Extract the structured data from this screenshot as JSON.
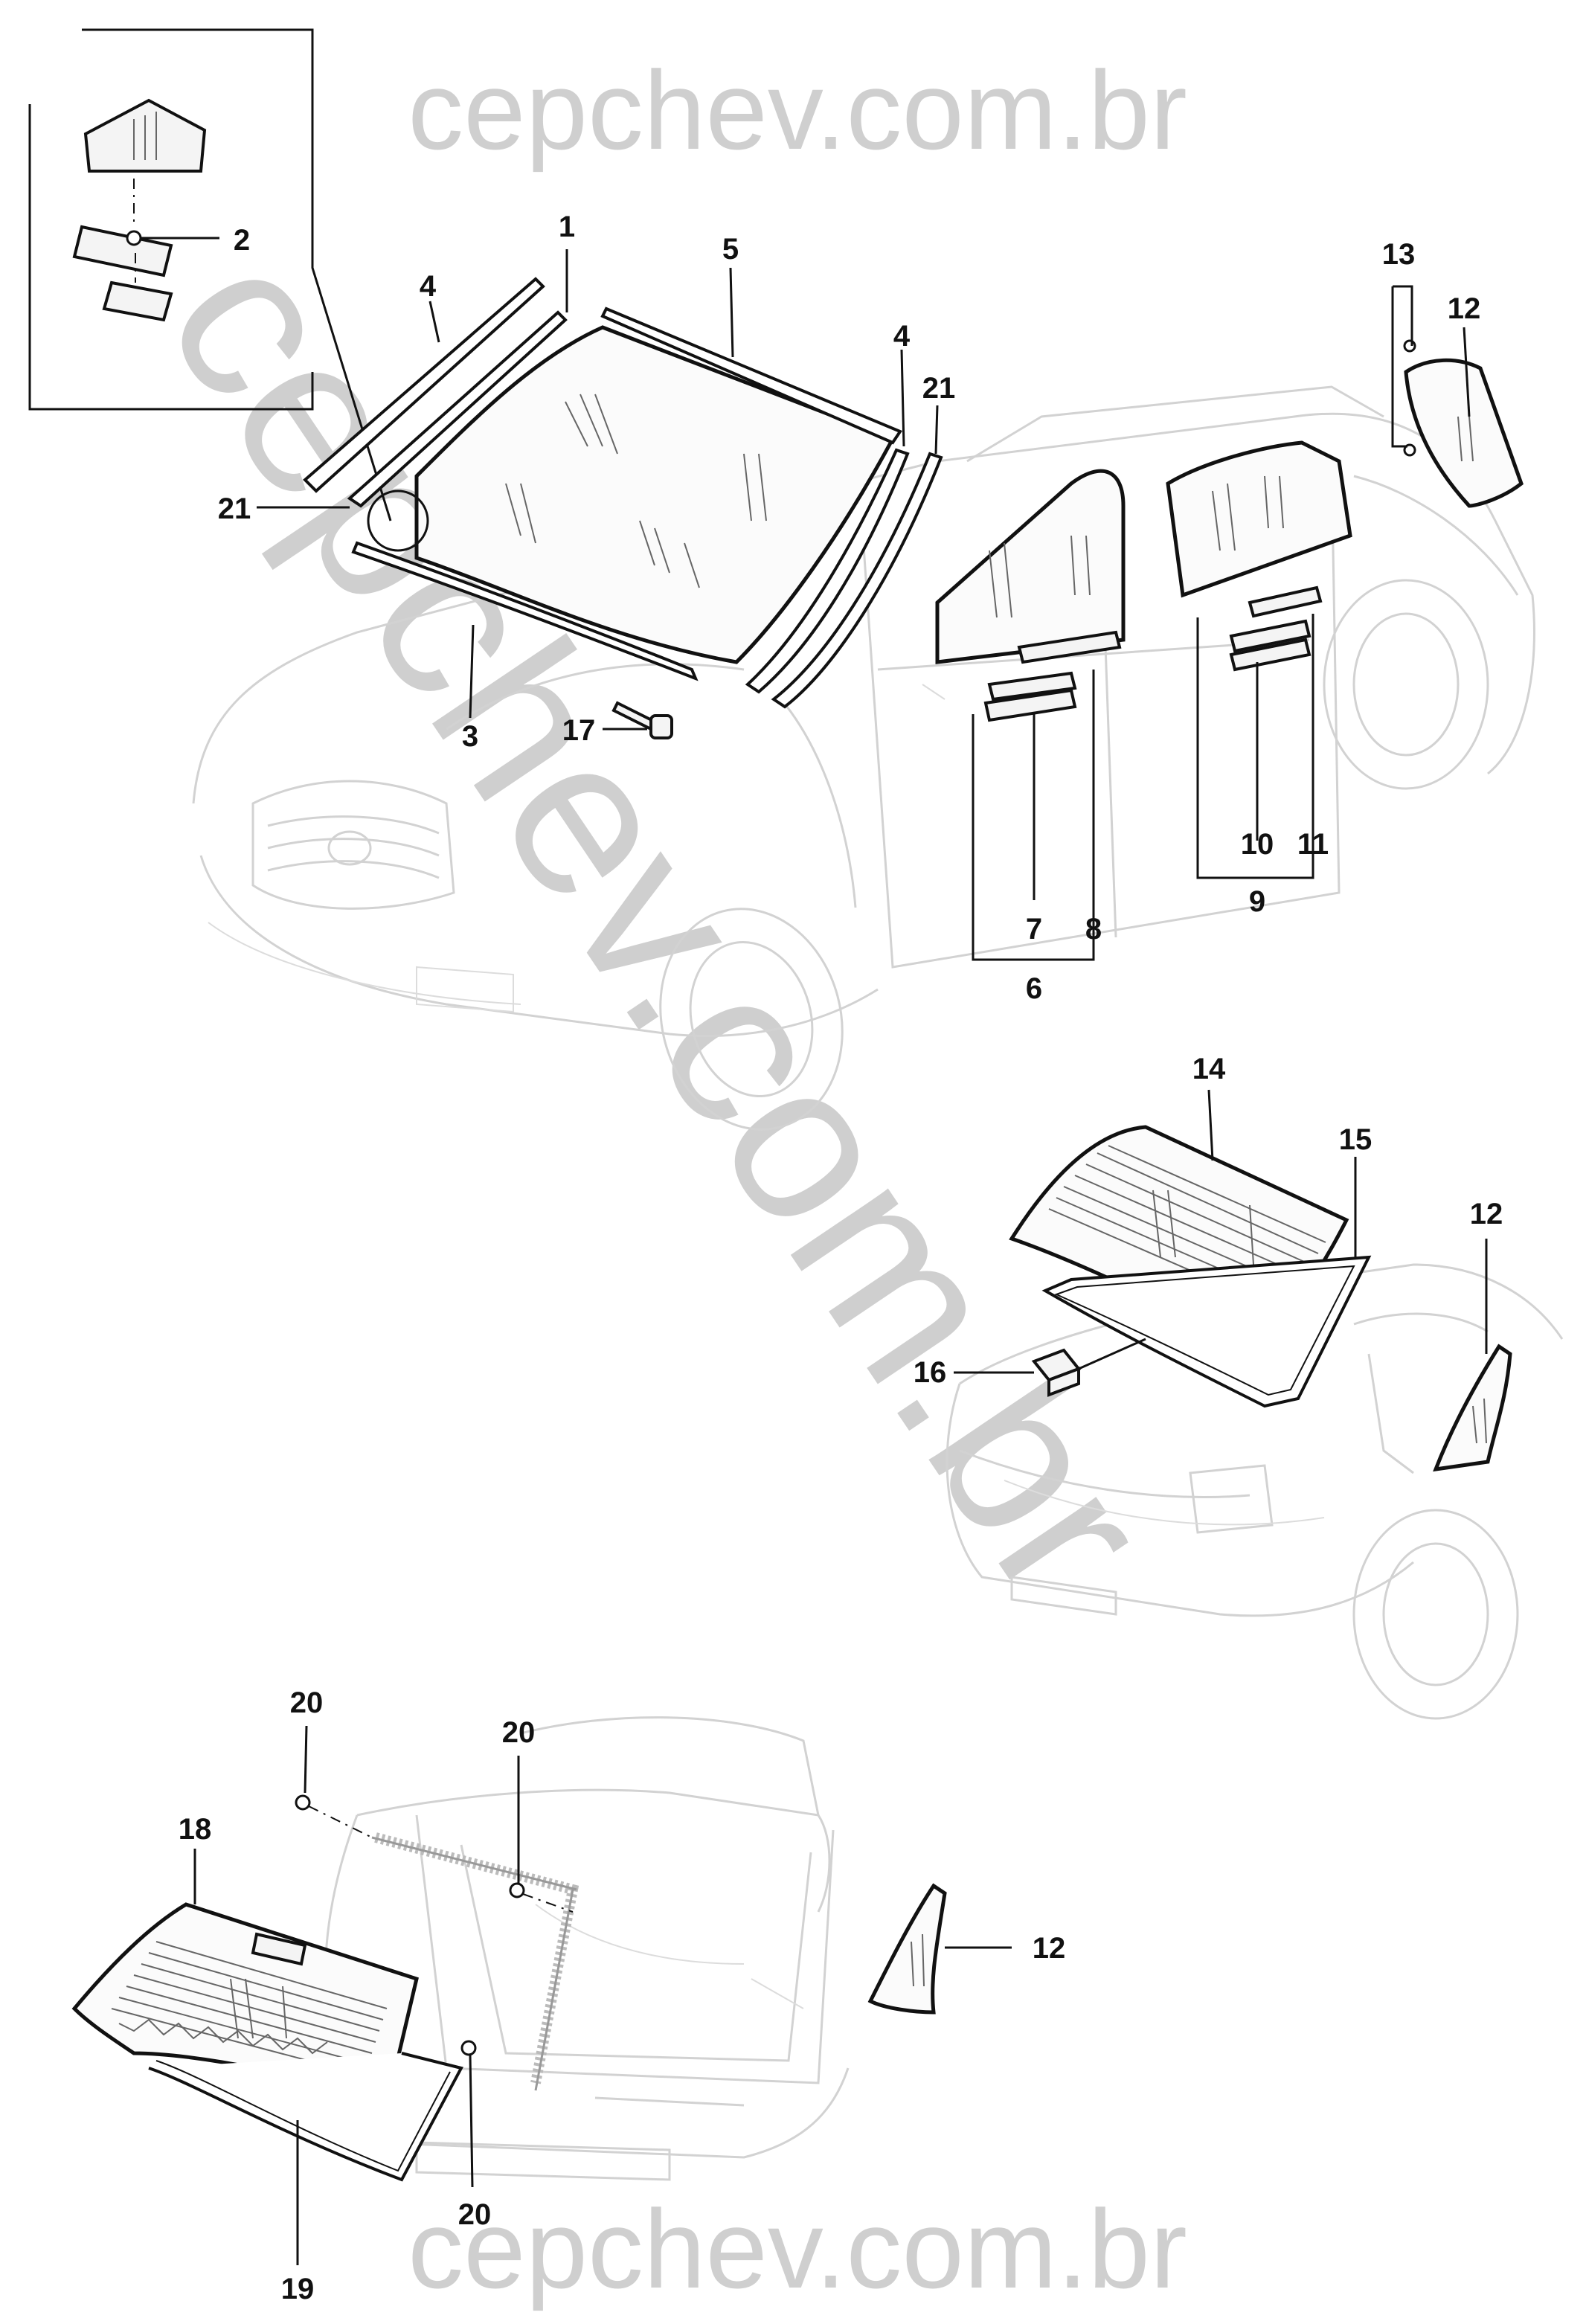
{
  "watermark": {
    "top": "cepchev.com.br",
    "diagonal": "cepchev.com.br",
    "bottom": "cepchev.com.br"
  },
  "callouts": [
    {
      "id": "c1",
      "label": "1"
    },
    {
      "id": "c2",
      "label": "2"
    },
    {
      "id": "c3",
      "label": "3"
    },
    {
      "id": "c4a",
      "label": "4"
    },
    {
      "id": "c4b",
      "label": "4"
    },
    {
      "id": "c5",
      "label": "5"
    },
    {
      "id": "c6",
      "label": "6"
    },
    {
      "id": "c7",
      "label": "7"
    },
    {
      "id": "c8",
      "label": "8"
    },
    {
      "id": "c9",
      "label": "9"
    },
    {
      "id": "c10",
      "label": "10"
    },
    {
      "id": "c11",
      "label": "11"
    },
    {
      "id": "c12a",
      "label": "12"
    },
    {
      "id": "c12b",
      "label": "12"
    },
    {
      "id": "c12c",
      "label": "12"
    },
    {
      "id": "c13",
      "label": "13"
    },
    {
      "id": "c14",
      "label": "14"
    },
    {
      "id": "c15",
      "label": "15"
    },
    {
      "id": "c16",
      "label": "16"
    },
    {
      "id": "c17",
      "label": "17"
    },
    {
      "id": "c18",
      "label": "18"
    },
    {
      "id": "c19",
      "label": "19"
    },
    {
      "id": "c20a",
      "label": "20"
    },
    {
      "id": "c20b",
      "label": "20"
    },
    {
      "id": "c20c",
      "label": "20"
    },
    {
      "id": "c21a",
      "label": "21"
    },
    {
      "id": "c21b",
      "label": "21"
    }
  ]
}
